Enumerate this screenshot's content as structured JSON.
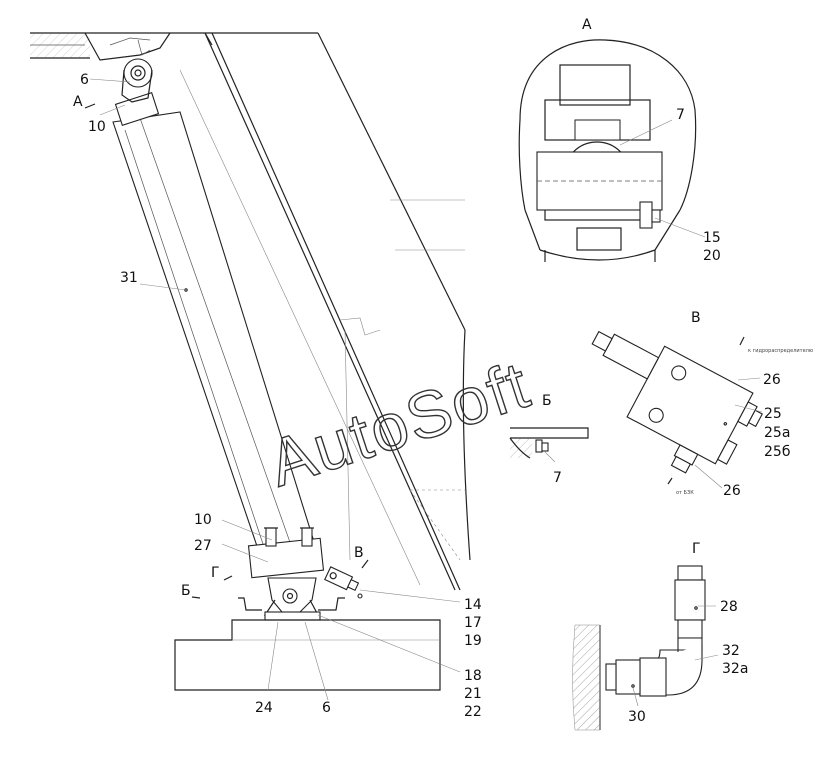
{
  "views": {
    "A": "А",
    "B": "Б",
    "V": "В",
    "G": "Г"
  },
  "labels": {
    "main_6_top": "6",
    "main_A": "А",
    "main_10_top": "10",
    "main_31": "31",
    "main_10_bottom": "10",
    "main_27": "27",
    "main_G": "Г",
    "main_B": "Б",
    "main_V": "В",
    "main_14": "14",
    "main_17": "17",
    "main_19": "19",
    "main_18": "18",
    "main_21": "21",
    "main_22": "22",
    "main_24": "24",
    "main_6_bottom": "6",
    "a_7": "7",
    "a_15": "15",
    "a_20": "20",
    "b_7": "7",
    "v_26_top": "26",
    "v_25": "25",
    "v_25a": "25а",
    "v_25b": "25б",
    "v_26_bottom": "26",
    "g_28": "28",
    "g_32": "32",
    "g_32a": "32а",
    "g_30": "30"
  },
  "notes": {
    "v_note_top": "к гидрораспределителю",
    "v_note_bottom": "от БЗК"
  },
  "watermark": "AutoSoft"
}
